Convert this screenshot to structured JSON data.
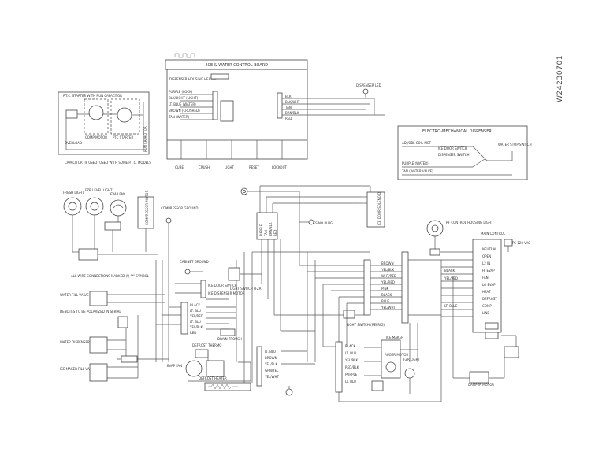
{
  "doc_id": "W24230701",
  "boards": {
    "ice_water": {
      "title": "ICE & WATER CONTROL BOARD",
      "dispenser_housing": "DISPENSER HOUSING HEATER",
      "led": "DISPENSER LED",
      "left_labels": [
        "PURPLE (LOCK)",
        "BLK/LIGHT (LIGHT)",
        "LT. BLUE (WATER)",
        "BROWN (CRUSHED)",
        "TAN (WATER)"
      ],
      "right_labels": [
        "BLK",
        "BLK/WHT",
        "TAN",
        "BRN/BLK",
        "RED"
      ],
      "button_labels": [
        "CUBE",
        "CRUSH",
        "LIGHT",
        "RESET",
        "LOCKOUT"
      ]
    },
    "ptc": {
      "title": "P.T.C. STARTER WITH RUN CAPACITOR",
      "labels": [
        "OVERLOAD",
        "COMP MOTOR",
        "PTC STARTER",
        "RUN CAPACITOR"
      ],
      "note": "CAPACITOR (IF USED) USED WITH SOME P.T.C. MODELS"
    },
    "electro": {
      "title": "ELECTRO-MECHANICAL DISPENSER",
      "labels": [
        "ADJ/OBL COIL MCT",
        "ICE DOOR SWITCH",
        "DISPENSER SWITCH",
        "PURPLE (WATER)",
        "TAN (WATER VALVE)",
        "WATER STOP SWITCH"
      ]
    }
  },
  "components": {
    "fridge_light": "FRESH LIGHT",
    "fzr_light": "FZR LEVEL LIGHT",
    "evap_fan": "EVAP FAN",
    "compressor": "COMPRESSOR MOTOR",
    "comp_ground": "COMPRESSOR GROUND",
    "cabinet_ground": "CABINET GROUND",
    "wire_note": "ALL WIRE CONNECTIONS MARKED (!) \"*\" SYMBOL",
    "fill_valve": "WATER FILL VALVE",
    "polarized": "DENOTES TO BE POLARIZED IN SERIAL",
    "disp_valve": "WATER DISPENSER VALVE",
    "water_valve": "ICE MAKER FILL VALVE",
    "ice_door": "ICE DOOR SWITCH",
    "ice_motor": "ICE DISPENSER MOTOR",
    "auger": "AUGER MOTOR",
    "ice_bucket": "ICE DOOR SOLENOID",
    "light_switch": "LIGHT SWITCH (FZR)",
    "light_switch2": "LIGHT SWITCH (REFRIG)",
    "defrost_thermo": "DEFROST THERMO",
    "defrost_heater": "DEFROST HEATER",
    "drain": "DRAIN TROUGH",
    "evap": "EVAP FAN",
    "ice_maker": "ICE MAKER",
    "fzr_light2": "FZR LIGHT",
    "damper": "DAMPER MOTOR",
    "rf_control": "RF CONTROL HOUSING LIGHT",
    "main_control": "MAIN CONTROL",
    "plug": "FS NO PLUG",
    "power_plug": "PS 120 VAC"
  },
  "wire_colors": {
    "top_mid": [
      "PURPLE",
      "TAN",
      "BRN/BLK",
      "RED"
    ],
    "harness": [
      "BROWN",
      "YEL/BLK",
      "WHT/RED",
      "YEL/RED",
      "PINK",
      "BLACK",
      "BLUE",
      "YEL/WHT"
    ],
    "left": [
      "BLACK",
      "LT. BLU",
      "YEL/RED",
      "LT. BLU",
      "YEL/BLK",
      "RED"
    ],
    "defrost": [
      "LT. BLU",
      "BROWN",
      "YEL/BLK",
      "GRN/YEL",
      "YEL/WHT"
    ],
    "ice": [
      "BLACK",
      "LT. BLU",
      "YEL/BLK",
      "RED/BLK",
      "PURPLE",
      "LT. BLU"
    ],
    "right": [
      "BLACK",
      "YEL/RED",
      "LT. BLUE"
    ],
    "main": [
      "NEUTRAL",
      "OPEN",
      "L2 IN",
      "HI EVAP",
      "FAN",
      "LO EVAP",
      "HEAT",
      "DEFROST",
      "COMP",
      "LINE"
    ]
  }
}
